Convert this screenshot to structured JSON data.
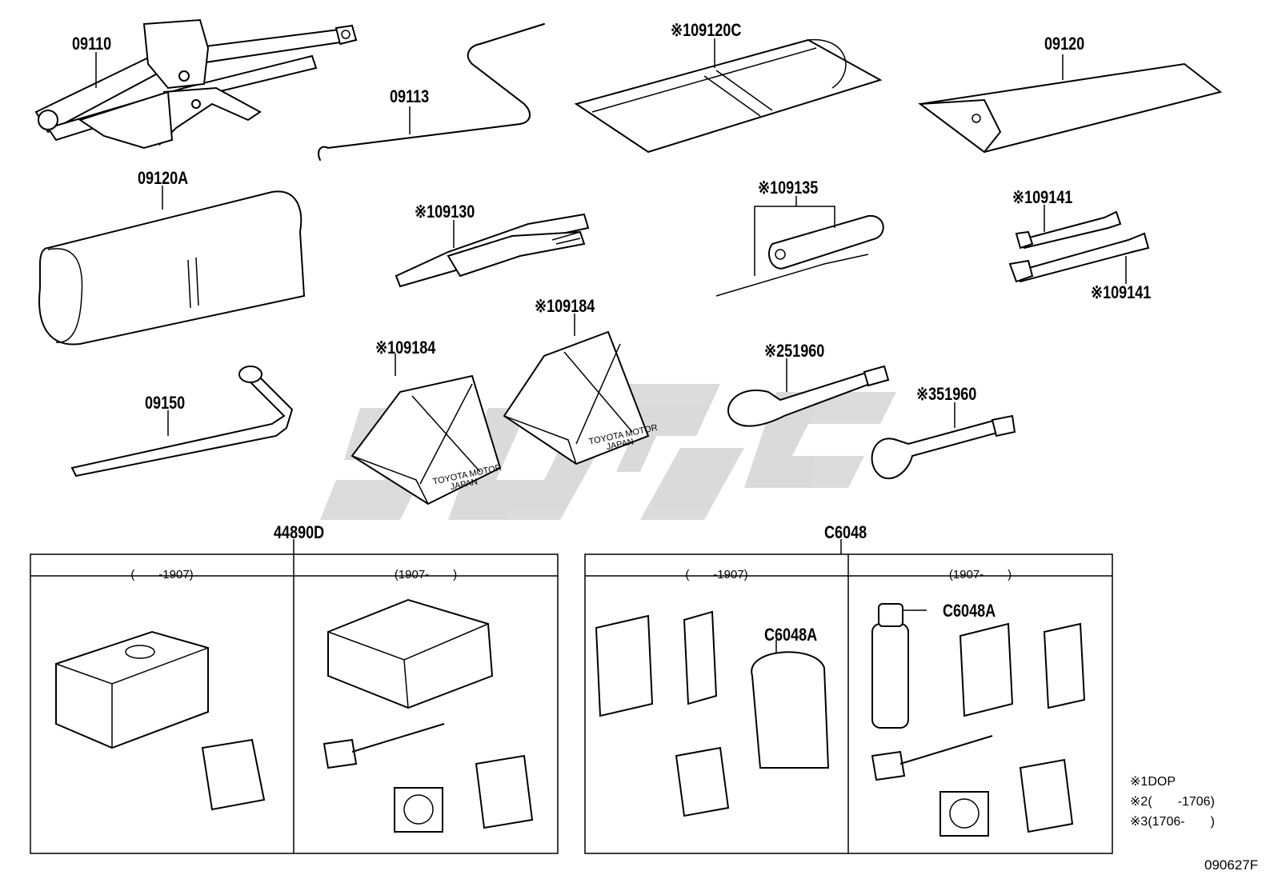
{
  "parts": [
    {
      "id": "09110",
      "mark": ""
    },
    {
      "id": "09113",
      "mark": ""
    },
    {
      "id": "09120C",
      "mark": "※1"
    },
    {
      "id": "09120",
      "mark": ""
    },
    {
      "id": "09120A",
      "mark": ""
    },
    {
      "id": "09130",
      "mark": "※1"
    },
    {
      "id": "09135",
      "mark": "※1"
    },
    {
      "id": "09141",
      "mark": "※1"
    },
    {
      "id": "09141",
      "mark": "※1"
    },
    {
      "id": "09184",
      "mark": "※1"
    },
    {
      "id": "09184",
      "mark": "※1"
    },
    {
      "id": "51960",
      "mark": "※2"
    },
    {
      "id": "51960",
      "mark": "※3"
    },
    {
      "id": "09150",
      "mark": ""
    }
  ],
  "chock_text": {
    "line1": "TOYOTA MOTOR",
    "line2": "JAPAN"
  },
  "kit_groups": [
    {
      "label": "44890D",
      "cols": [
        {
          "header": "(　　-1907)"
        },
        {
          "header": "(1907-　　)"
        }
      ]
    },
    {
      "label": "C6048",
      "cols": [
        {
          "header": "(　　-1907)",
          "sub": "C6048A"
        },
        {
          "header": "(1907-　　)",
          "sub": "C6048A"
        }
      ]
    }
  ],
  "notes": [
    {
      "mark": "※1",
      "text": "DOP"
    },
    {
      "mark": "※2",
      "text": "(　　-1706)"
    },
    {
      "mark": "※3",
      "text": "(1706-　　)"
    }
  ],
  "figure_code": "090627F",
  "watermark_color": "#c8c8c8"
}
